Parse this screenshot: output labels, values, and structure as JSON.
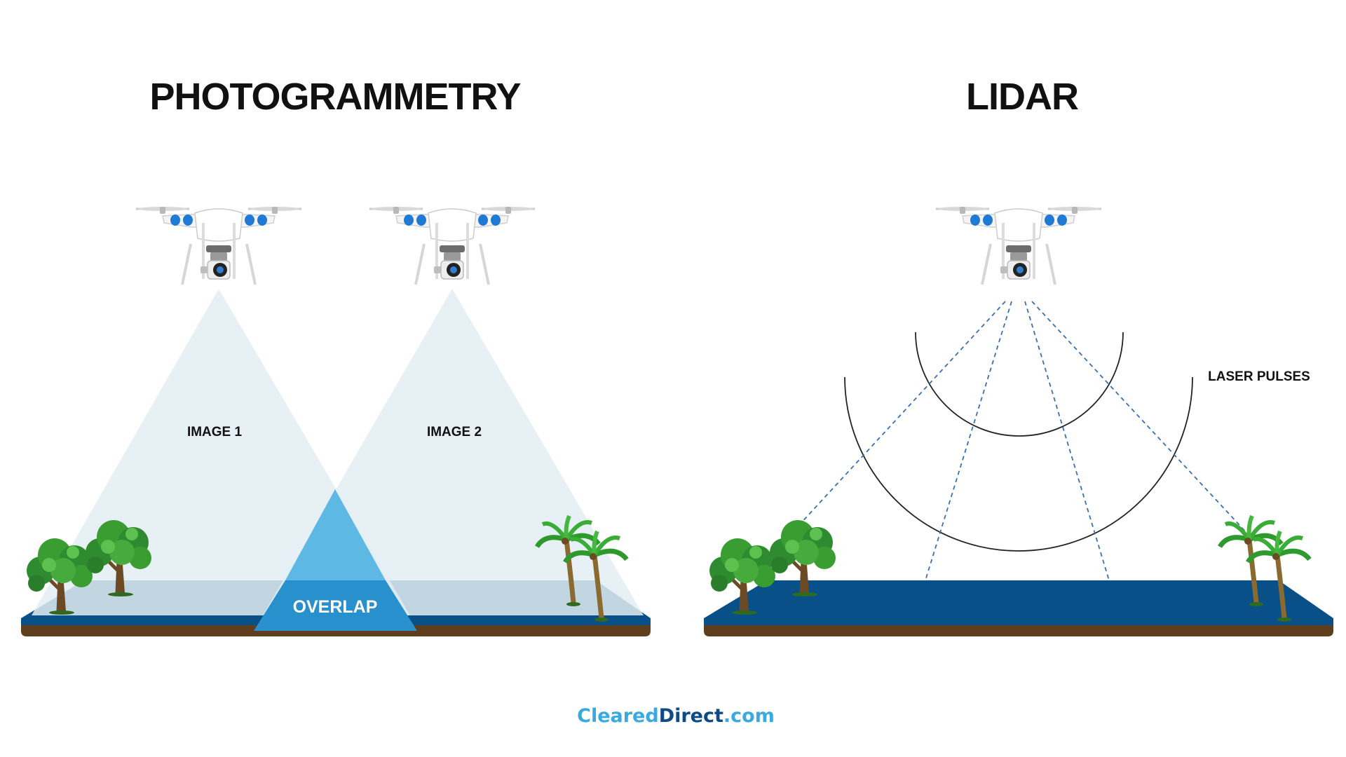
{
  "titles": {
    "left": "PHOTOGRAMMETRY",
    "right": "LIDAR"
  },
  "labels": {
    "image1": "IMAGE 1",
    "image2": "IMAGE 2",
    "overlap": "OVERLAP",
    "laser_pulses": "LASER PULSES"
  },
  "brand": {
    "part1": "Cleared",
    "part2": "Direct",
    "part3": ".com"
  },
  "colors": {
    "ground": "#0a5088",
    "soil": "#5e3e1c",
    "cone": "#e3edf2",
    "overlap_top": "#5db8e3",
    "overlap_bottom": "#2790cd",
    "laser_dash": "#3a6fb0",
    "arc": "#222222",
    "brand_light": "#3aa9e0",
    "brand_dark": "#0d4a86",
    "drone_accent": "#1f7ad6"
  },
  "icons": [
    "drone-icon",
    "oak-tree-icon",
    "palm-tree-icon"
  ]
}
